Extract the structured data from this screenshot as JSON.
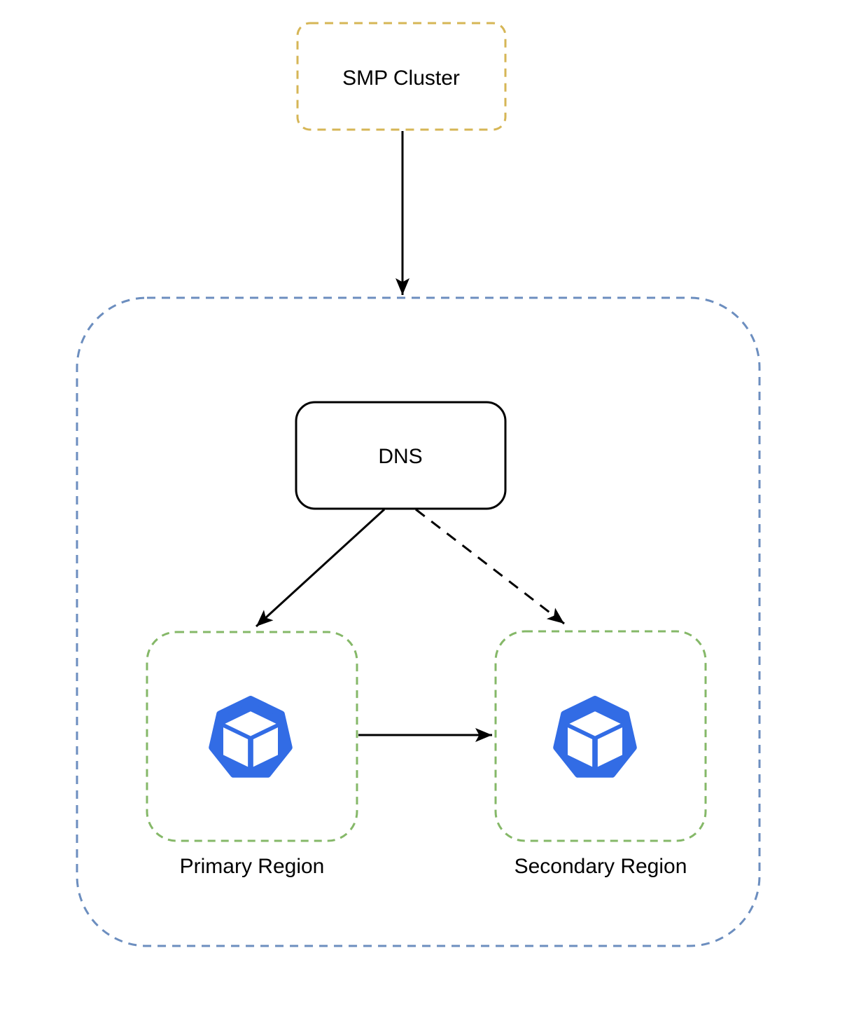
{
  "diagram": {
    "background_color": "#ffffff",
    "nodes": {
      "smp_cluster": {
        "label": "SMP Cluster",
        "shape": "rounded-rectangle",
        "border_style": "dashed",
        "border_color": "#d6b656"
      },
      "region_container": {
        "shape": "rounded-rectangle",
        "border_style": "dashed",
        "border_color": "#6c8ebf"
      },
      "dns": {
        "label": "DNS",
        "shape": "rounded-rectangle",
        "border_style": "solid",
        "border_color": "#000000"
      },
      "primary_region": {
        "label": "Primary Region",
        "shape": "rounded-rectangle",
        "border_style": "dashed",
        "border_color": "#85b868",
        "icon": "heptagon-cube-icon",
        "icon_color": "#326ce5"
      },
      "secondary_region": {
        "label": "Secondary Region",
        "shape": "rounded-rectangle",
        "border_style": "dashed",
        "border_color": "#85b868",
        "icon": "heptagon-cube-icon",
        "icon_color": "#326ce5"
      }
    },
    "edges": [
      {
        "id": "smp-to-container",
        "from": "smp_cluster",
        "to": "region_container",
        "line_style": "solid",
        "color": "#000000",
        "arrowhead": "filled-triangle"
      },
      {
        "id": "dns-to-primary",
        "from": "dns",
        "to": "primary_region",
        "line_style": "solid",
        "color": "#000000",
        "arrowhead": "filled-triangle"
      },
      {
        "id": "dns-to-secondary",
        "from": "dns",
        "to": "secondary_region",
        "line_style": "dashed",
        "color": "#000000",
        "arrowhead": "filled-triangle"
      },
      {
        "id": "primary-to-secondary",
        "from": "primary_region",
        "to": "secondary_region",
        "line_style": "solid",
        "color": "#000000",
        "arrowhead": "filled-triangle"
      }
    ]
  }
}
